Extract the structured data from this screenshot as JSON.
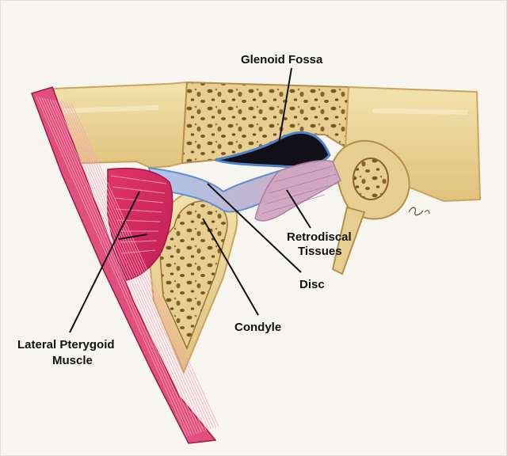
{
  "diagram": {
    "labels": {
      "glenoid_fossa": "Glenoid Fossa",
      "retrodiscal_line1": "Retrodiscal",
      "retrodiscal_line2": "Tissues",
      "disc": "Disc",
      "condyle": "Condyle",
      "lateral_pterygoid_line1": "Lateral Pterygoid",
      "lateral_pterygoid_line2": "Muscle"
    },
    "colors": {
      "paper": "#f7f5ef",
      "bone": "#e9d49a",
      "bone_dark": "#c9a55e",
      "marrow": "#7a5526",
      "muscle": "#cc2a5e",
      "muscle_light": "#f07aa0",
      "disc_blue": "#8fb9e6",
      "fossa_dark": "#111018",
      "retrodiscal": "#c79ab6"
    }
  }
}
